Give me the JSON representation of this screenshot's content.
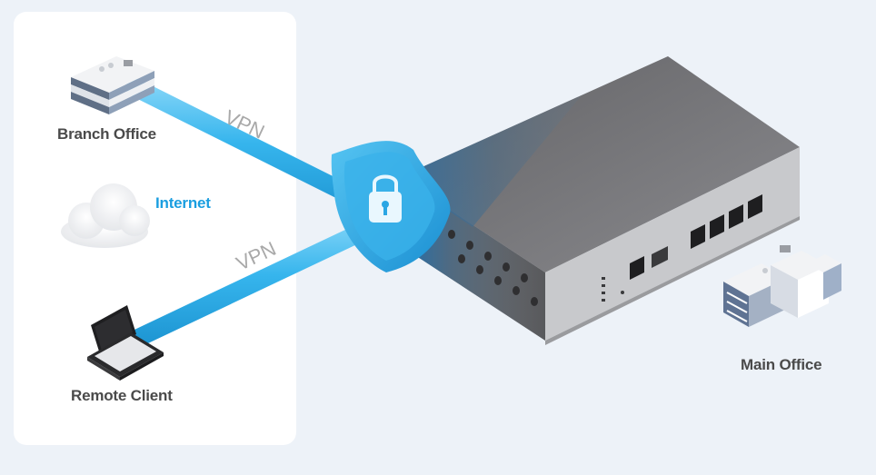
{
  "labels": {
    "branch_office": "Branch Office",
    "internet": "Internet",
    "remote_client": "Remote Client",
    "main_office": "Main Office",
    "vpn_top": "VPN",
    "vpn_bottom": "VPN"
  },
  "colors": {
    "background": "#edf2f8",
    "panel": "#ffffff",
    "tunnel": "#34b4ec",
    "shield": "#2aa6e4",
    "internet_text": "#1a9ee0",
    "label_text": "#4a4a4a",
    "vpn_text": "#a9a9a9",
    "device_top": "#7d7d80",
    "device_front": "#c9cacd"
  },
  "icons": {
    "branch": "office-building-icon",
    "cloud": "cloud-icon",
    "laptop": "laptop-icon",
    "shield": "shield-lock-icon",
    "router": "vpn-router-icon",
    "main": "office-buildings-icon"
  }
}
